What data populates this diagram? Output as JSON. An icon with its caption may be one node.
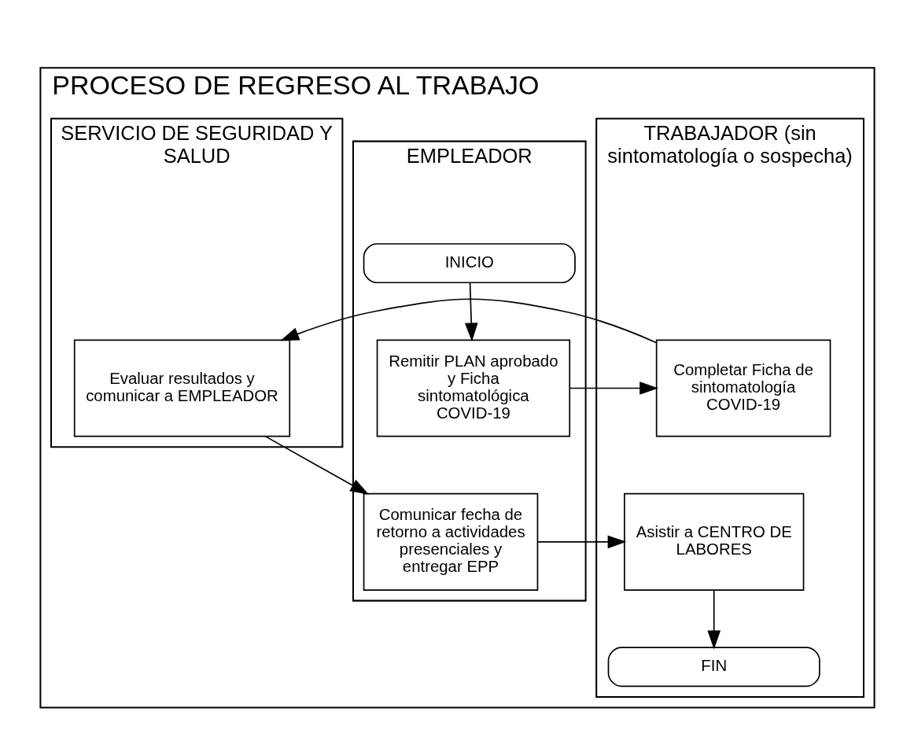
{
  "diagram": {
    "nodes": [
      {
        "text": [
          "PROCESO DE REGRESO AL TRABAJO"
        ]
      },
      {
        "text": [
          "EMPLEADOR"
        ],
        "in": 0
      },
      {
        "text": [
          "TRABAJADOR (sin sintomatología o sospecha)"
        ],
        "in": 0
      },
      {
        "text": [
          "SERVICIO DE SEGURIDAD Y SALUD"
        ],
        "in": 0
      },
      {
        "text": [
          "INICIO"
        ],
        "in": 1
      },
      {
        "text": [
          "Remitir PLAN aprobado y Ficha sintomatológica COVID-19"
        ],
        "in": 1
      },
      {
        "text": [
          "Completar Ficha de sintomatología COVID-19"
        ],
        "in": 2
      },
      {
        "text": [
          "Evaluar resultados y comunicar a EMPLEADOR"
        ],
        "in": 3
      },
      {
        "text": [
          "Comunicar fecha de retorno a actividades presenciales y entregar EPP"
        ],
        "in": 1
      },
      {
        "text": [
          "Asistir a CENTRO DE LABORES"
        ],
        "in": 2
      },
      {
        "text": [
          "FIN"
        ],
        "in": 2
      }
    ],
    "edges": [
      {
        "from": 4,
        "to": 5,
        "arrow": "to"
      },
      {
        "from": 5,
        "to": 6,
        "arrow": "to"
      },
      {
        "from": 6,
        "to": 7,
        "arrow": "to"
      },
      {
        "from": 7,
        "to": 8,
        "arrow": "to"
      },
      {
        "from": 8,
        "to": 9,
        "arrow": "to"
      },
      {
        "from": 9,
        "to": 10,
        "arrow": "to"
      }
    ]
  }
}
